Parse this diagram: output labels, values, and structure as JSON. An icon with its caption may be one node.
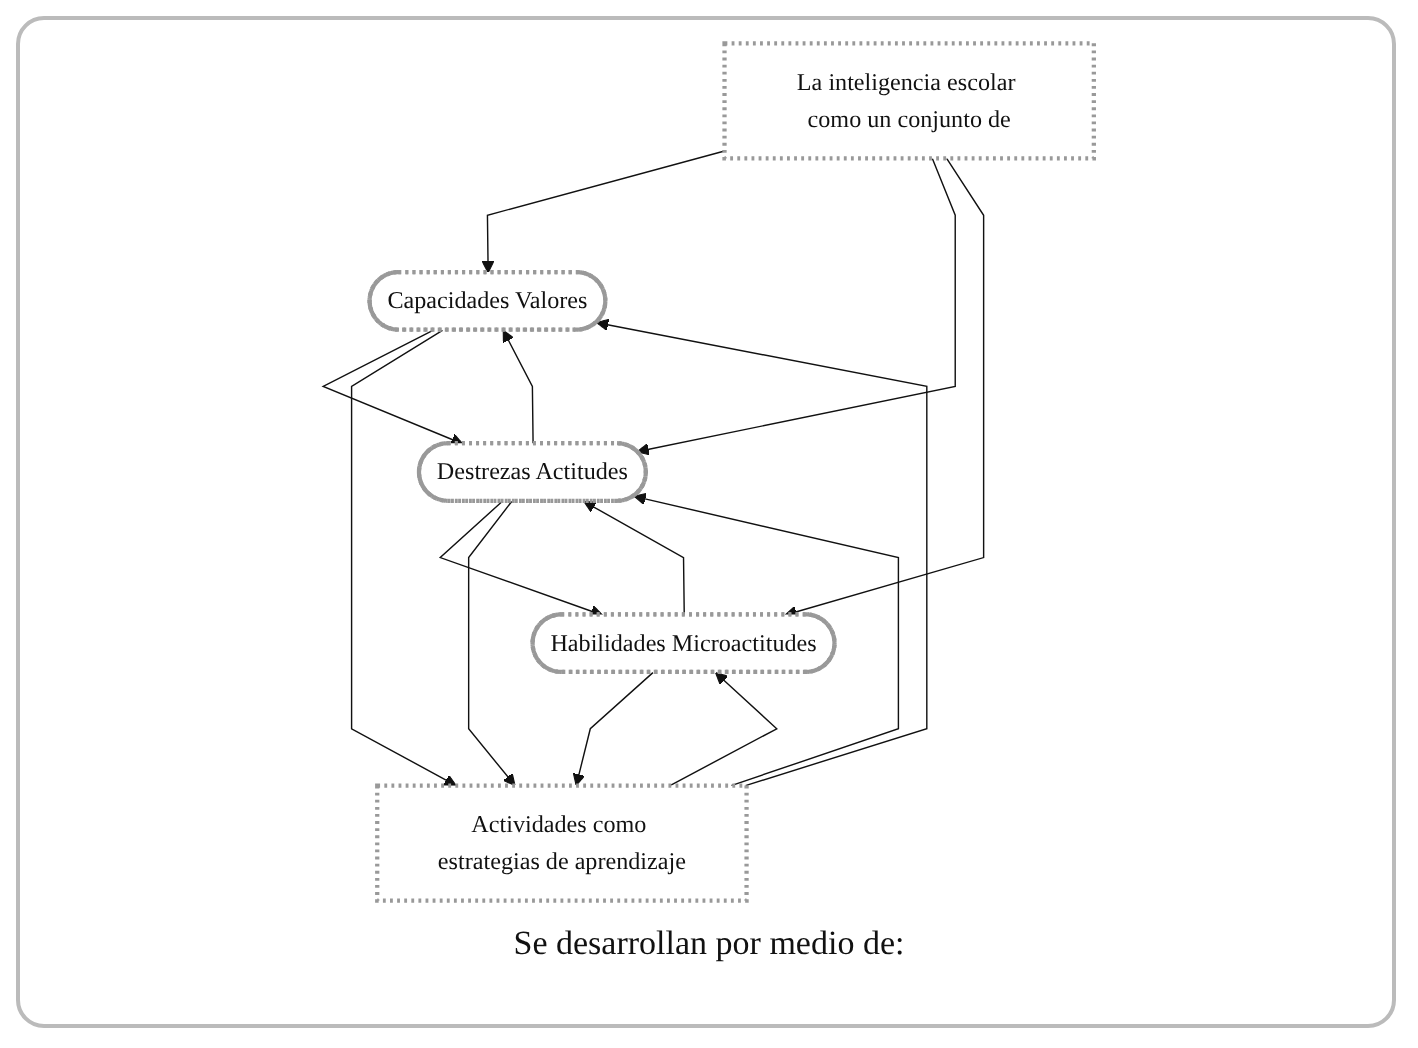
{
  "diagram": {
    "nodes": [
      {
        "text": [
          "La inteligencia escolar como un conjunto de"
        ]
      },
      {
        "text": [
          "Capacidades Valores"
        ]
      },
      {
        "text": [
          "Destrezas Actitudes"
        ]
      },
      {
        "text": [
          "Habilidades Microactitudes"
        ]
      },
      {
        "text": [
          "Actividades como estrategias de aprendizaje"
        ]
      }
    ],
    "edges": [
      {
        "from": 0,
        "to": 1,
        "arrow": "to"
      },
      {
        "from": 0,
        "to": 2,
        "arrow": "to"
      },
      {
        "from": 0,
        "to": 3,
        "arrow": "to"
      },
      {
        "from": 2,
        "to": 1,
        "arrow": "to"
      },
      {
        "from": 1,
        "to": 2,
        "arrow": "to"
      },
      {
        "from": 3,
        "to": 2,
        "arrow": "to"
      },
      {
        "from": 2,
        "to": 3,
        "arrow": "to"
      },
      {
        "from": 1,
        "to": 4,
        "arrow": "to"
      },
      {
        "from": 4,
        "to": 1,
        "arrow": "to"
      },
      {
        "from": 2,
        "to": 4,
        "arrow": "to"
      },
      {
        "from": 4,
        "to": 2,
        "arrow": "to"
      },
      {
        "from": 3,
        "to": 4,
        "arrow": "to"
      },
      {
        "from": 4,
        "to": 3,
        "arrow": "to"
      }
    ],
    "labels": [
      "Se desarrollan por medio de:"
    ]
  }
}
